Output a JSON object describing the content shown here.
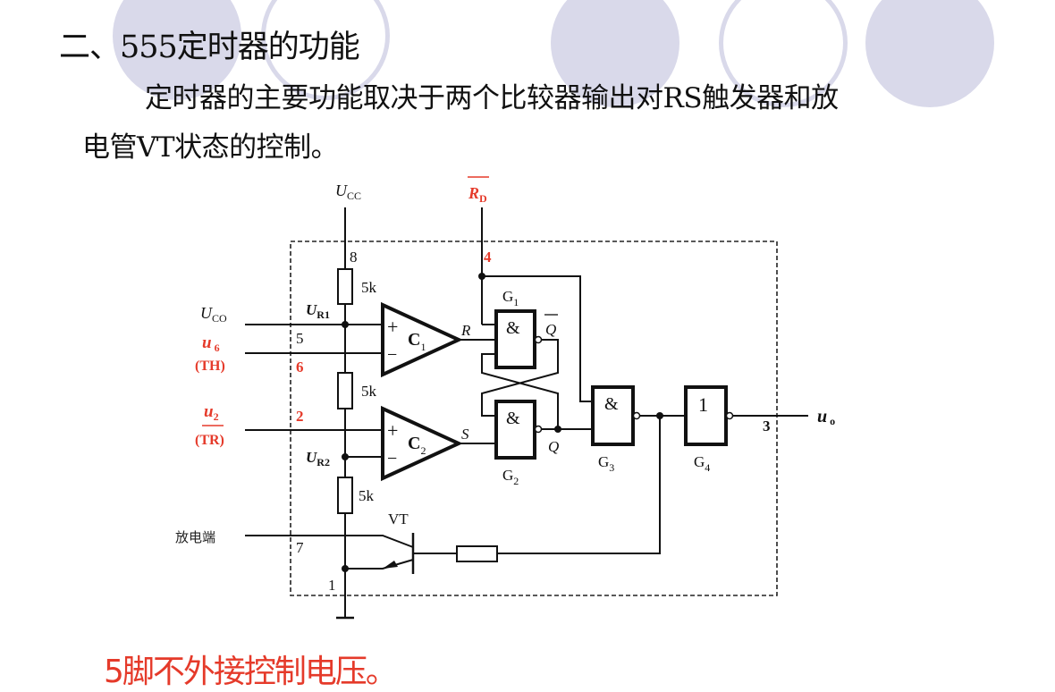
{
  "slide": {
    "title": "二、555定时器的功能",
    "body_line1": "定时器的主要功能取决于两个比较器输出对RS触发器和放",
    "body_line2": "电管VT状态的控制。",
    "note": "5脚不外接控制电压。",
    "decor_circles": [
      "filled",
      "outline",
      "filled",
      "outline",
      "filled"
    ],
    "colors": {
      "accent_red": "#e53a2a",
      "decor": "#d9d9ea",
      "text": "#111111"
    }
  },
  "circuit": {
    "supply": {
      "symbol": "U",
      "sub": "CC"
    },
    "reset": {
      "symbol": "R",
      "sub": "D",
      "overline": true
    },
    "control": {
      "symbol": "U",
      "sub": "CO"
    },
    "threshold": {
      "symbol": "u",
      "sub": "6",
      "name": "(TH)"
    },
    "trigger": {
      "symbol": "u",
      "sub": "2",
      "name": "(TR)"
    },
    "discharge_label": "放电端",
    "output": {
      "symbol": "u",
      "sub": "o"
    },
    "pins": {
      "p8": "8",
      "p4": "4",
      "p5": "5",
      "p6": "6",
      "p2": "2",
      "p7": "7",
      "p1": "1",
      "p3": "3"
    },
    "resistors": [
      "5k",
      "5k",
      "5k"
    ],
    "ref_nodes": {
      "ur1": {
        "symbol": "U",
        "sub": "R1"
      },
      "ur2": {
        "symbol": "U",
        "sub": "R2"
      }
    },
    "comparators": [
      {
        "name": "C",
        "sub": "1",
        "plus": "+",
        "minus": "−",
        "out": "R"
      },
      {
        "name": "C",
        "sub": "2",
        "plus": "+",
        "minus": "−",
        "out": "S"
      }
    ],
    "gates": [
      {
        "name": "G",
        "sub": "1",
        "symbol": "&"
      },
      {
        "name": "G",
        "sub": "2",
        "symbol": "&"
      },
      {
        "name": "G",
        "sub": "3",
        "symbol": "&"
      },
      {
        "name": "G",
        "sub": "4",
        "symbol": "1"
      }
    ],
    "q_bar": "Q",
    "q": "Q",
    "transistor": "VT"
  }
}
